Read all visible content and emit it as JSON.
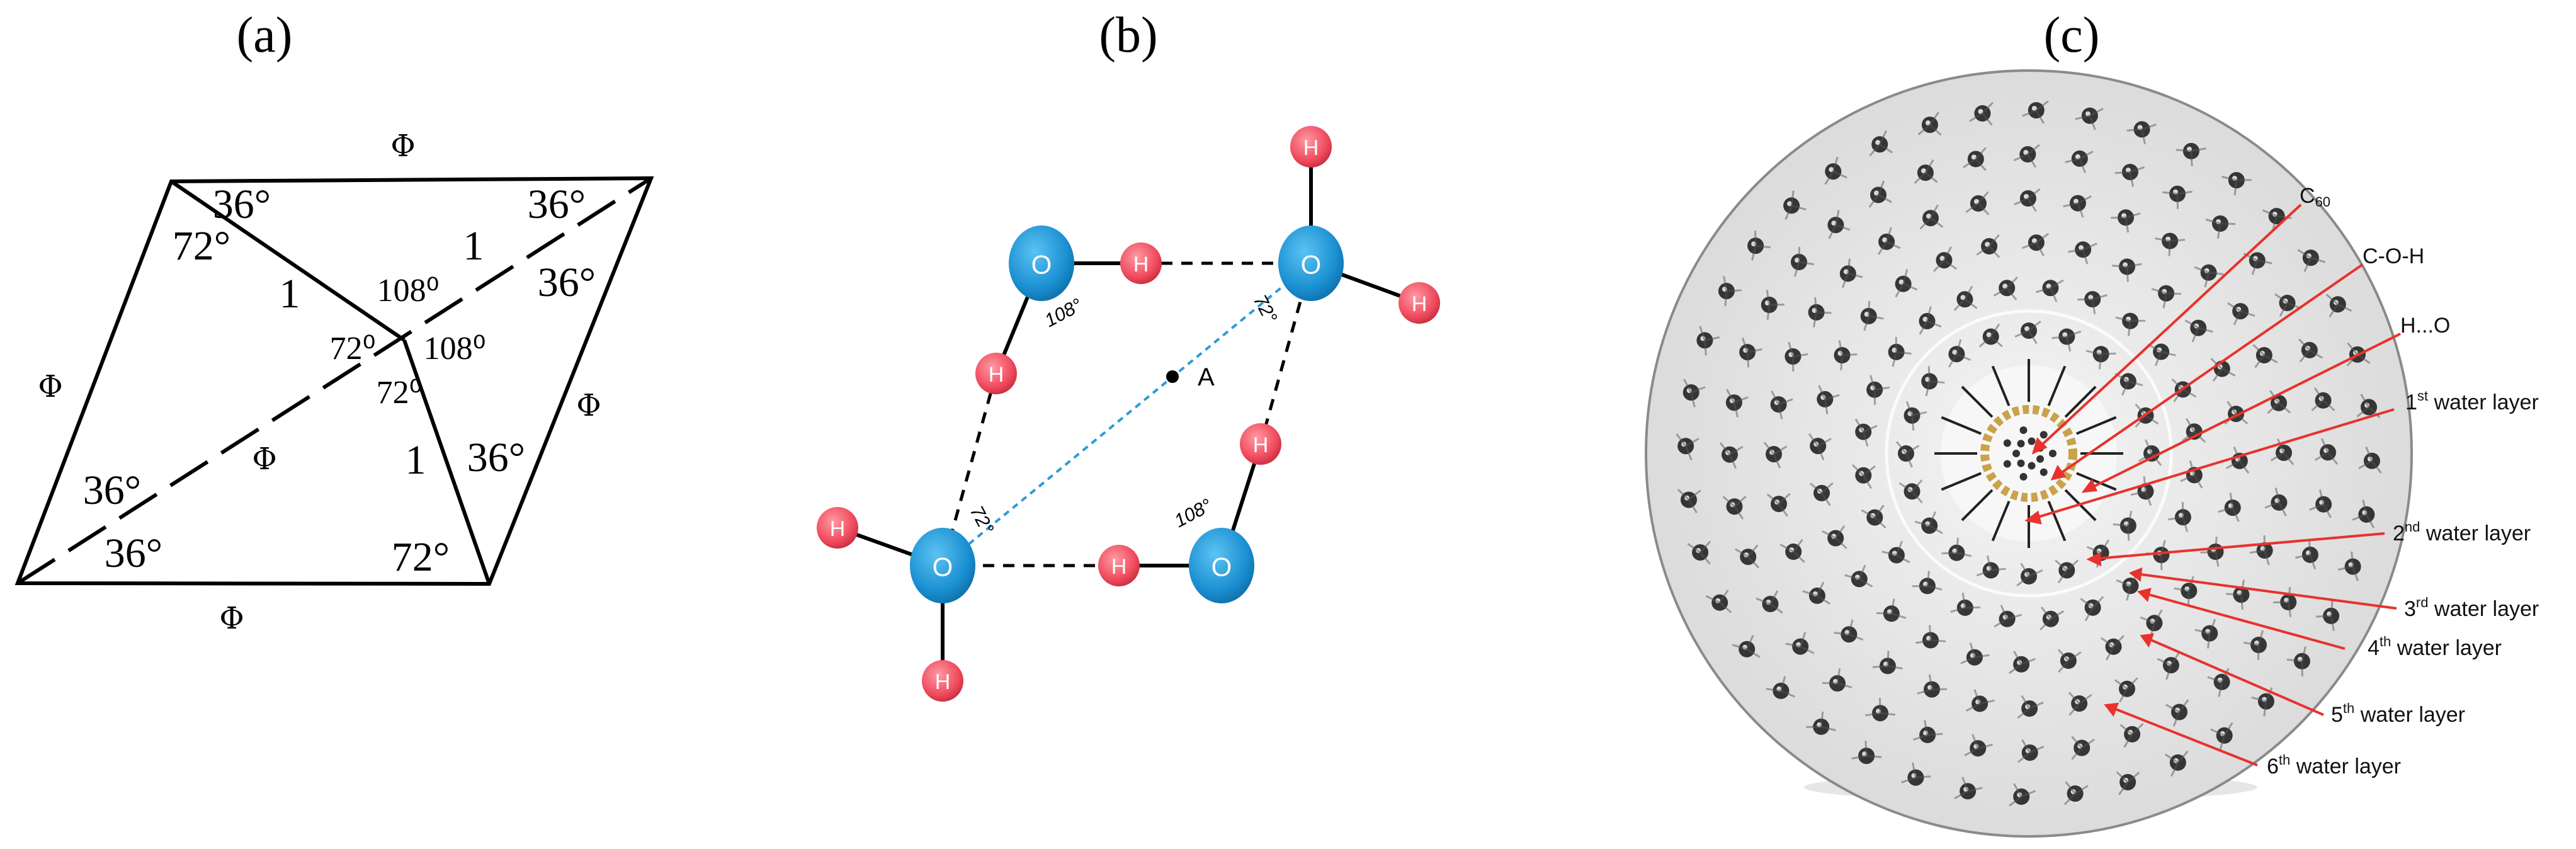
{
  "panels": [
    {
      "id": "a",
      "label": "(a)"
    },
    {
      "id": "b",
      "label": "(b)"
    },
    {
      "id": "c",
      "label": "(c)"
    }
  ],
  "panel_a": {
    "edge_label": "Φ",
    "diagonal_label": "Φ",
    "inner_edge_label": "1",
    "angle_36": "36°",
    "angle_72": "72°",
    "angle_72_sup": "72⁰",
    "angle_108_sup": "108⁰"
  },
  "panel_b": {
    "oxygen": "O",
    "hydrogen": "H",
    "center_label": "A",
    "angle_72": "72°",
    "angle_108": "108°"
  },
  "panel_c": {
    "labels": [
      {
        "text": "C",
        "sub": "60",
        "sup": ""
      },
      {
        "text": "C-O-H",
        "sub": "",
        "sup": ""
      },
      {
        "text": "H...O",
        "sub": "",
        "sup": ""
      },
      {
        "text": "1",
        "sup": "st",
        "tail": " water layer"
      },
      {
        "text": "2",
        "sup": "nd",
        "tail": " water layer"
      },
      {
        "text": "3",
        "sup": "rd",
        "tail": " water layer"
      },
      {
        "text": "4",
        "sup": "th",
        "tail": " water layer"
      },
      {
        "text": "5",
        "sup": "th",
        "tail": " water layer"
      },
      {
        "text": "6",
        "sup": "th",
        "tail": " water layer"
      }
    ]
  },
  "colors": {
    "oxygen": "#1a8fd1",
    "hydrogen": "#ef4a5c",
    "leader_line": "#e8322c",
    "bond": "#000000",
    "dashed_blue": "#2a9bd6",
    "c60_ring": "#c9a24a"
  }
}
